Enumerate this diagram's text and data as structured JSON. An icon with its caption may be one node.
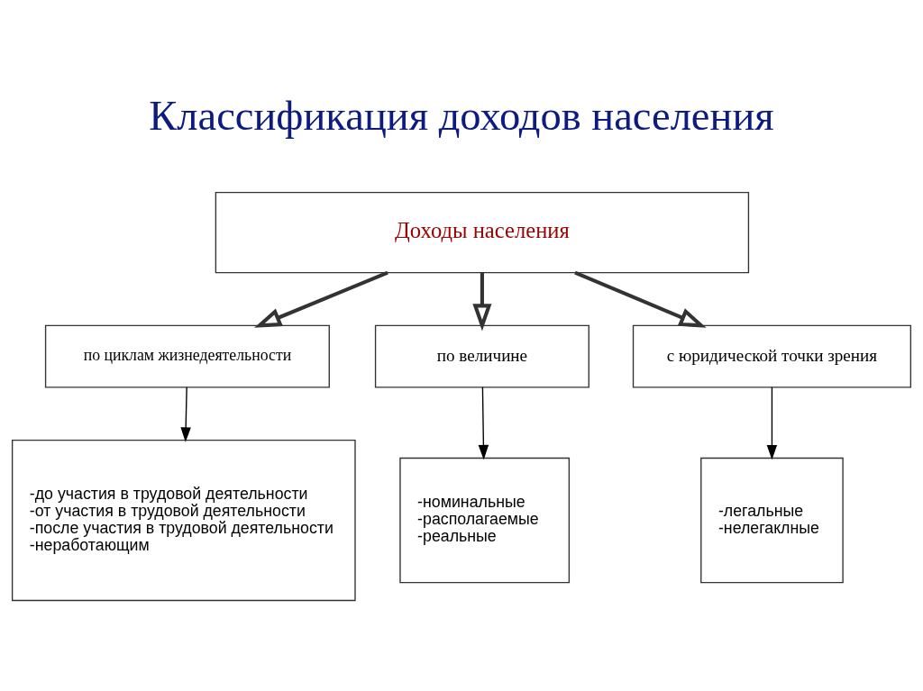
{
  "diagram": {
    "title": "Классификация доходов населения",
    "nodes": [
      {
        "text": [
          "Доходы населения"
        ]
      },
      {
        "text": [
          "по циклам жизнедеятельности"
        ]
      },
      {
        "text": [
          "по величине"
        ]
      },
      {
        "text": [
          "с юридической точки зрения"
        ]
      },
      {
        "text": [
          "-до участия в трудовой деятельности",
          "-от участия в трудовой деятельности",
          "-после участия в трудовой деятельности",
          "-неработающим"
        ]
      },
      {
        "text": [
          "-номинальные",
          "-располагаемые",
          "-реальные"
        ]
      },
      {
        "text": [
          "-легальные",
          "-нелегаклные"
        ]
      }
    ],
    "edges": [
      {
        "from": 0,
        "to": 1,
        "arrow": "to",
        "style": "thick"
      },
      {
        "from": 0,
        "to": 2,
        "arrow": "to",
        "style": "thick"
      },
      {
        "from": 0,
        "to": 3,
        "arrow": "to",
        "style": "thick"
      },
      {
        "from": 1,
        "to": 4,
        "arrow": "to"
      },
      {
        "from": 2,
        "to": 5,
        "arrow": "to"
      },
      {
        "from": 3,
        "to": 6,
        "arrow": "to"
      }
    ]
  }
}
